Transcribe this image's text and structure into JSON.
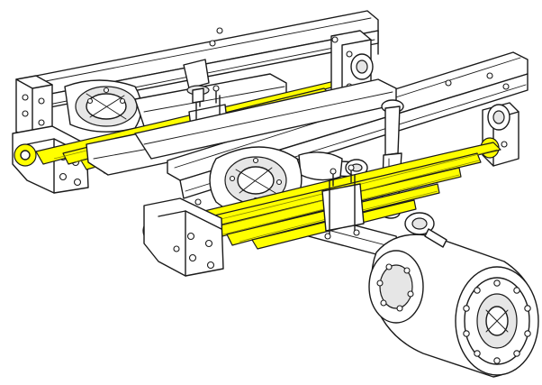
{
  "illustration": {
    "subject": "truck-leaf-spring-suspension",
    "colors": {
      "background": "#ffffff",
      "line": "#1a1a1a",
      "spring_highlight": "#ffff00",
      "spring_shadow": "#d8d800",
      "metal_fill": "#ffffff",
      "shade": "#e6e6e6"
    },
    "highlighted_parts": [
      "leaf-spring-rear",
      "leaf-spring-front",
      "spring-eye-bushing-left",
      "spring-eye-bushing-right"
    ]
  }
}
